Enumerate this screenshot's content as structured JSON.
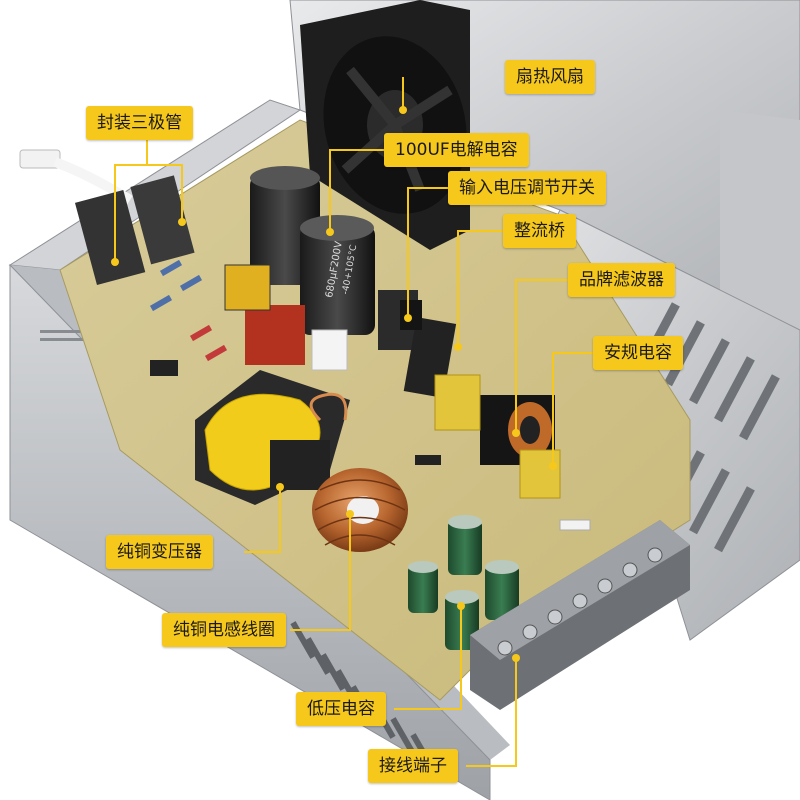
{
  "accent_color": "#f7c81c",
  "line_color": "#f7c81c",
  "labels": {
    "fan": "扇热风扇",
    "transistor": "封装三极管",
    "electrolytic_cap": "100UF电解电容",
    "voltage_switch": "输入电压调节开关",
    "rectifier_bridge": "整流桥",
    "brand_filter": "品牌滤波器",
    "safety_cap": "安规电容",
    "copper_transformer": "纯铜变压器",
    "copper_inductor": "纯铜电感线圈",
    "low_voltage_cap": "低压电容",
    "terminal_block": "接线端子"
  },
  "photo_text": {
    "capacitor_print": "680μF200V",
    "capacitor_temp": "-40+105°C"
  }
}
